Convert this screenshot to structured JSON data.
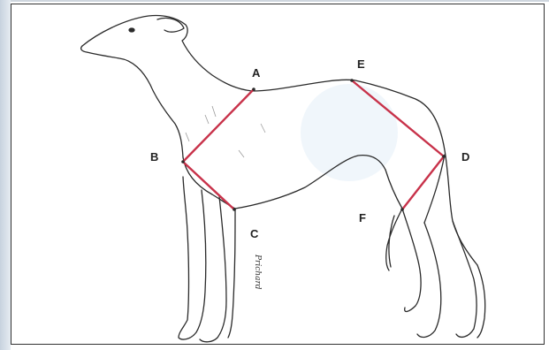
{
  "diagram": {
    "points": {
      "A": "A",
      "B": "B",
      "C": "C",
      "D": "D",
      "E": "E",
      "F": "F"
    },
    "colors": {
      "line": "#c8324a",
      "outline": "#2a2a2a",
      "background": "#ffffff"
    },
    "signature_text": "Prichard"
  }
}
